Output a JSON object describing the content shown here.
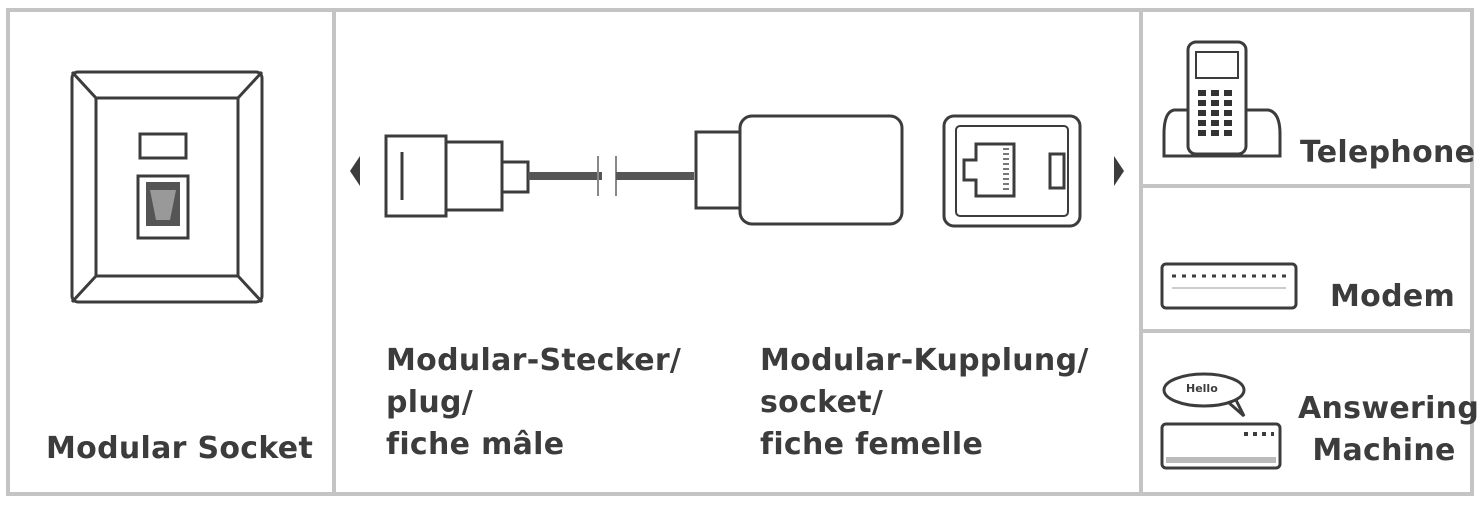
{
  "socket_panel": {
    "label": "Modular Socket"
  },
  "cable_panel": {
    "plug_label": "Modular-Stecker/\nplug/\nfiche mâle",
    "coupler_label": "Modular-Kupplung/\nsocket/\nfiche femelle"
  },
  "devices": {
    "telephone": "Telephone",
    "modem": "Modem",
    "answering_machine": "Answering\nMachine",
    "answering_bubble": "Hello"
  },
  "colors": {
    "line": "#3c3c3c",
    "border": "#c4c4c4",
    "cable": "#555555"
  }
}
